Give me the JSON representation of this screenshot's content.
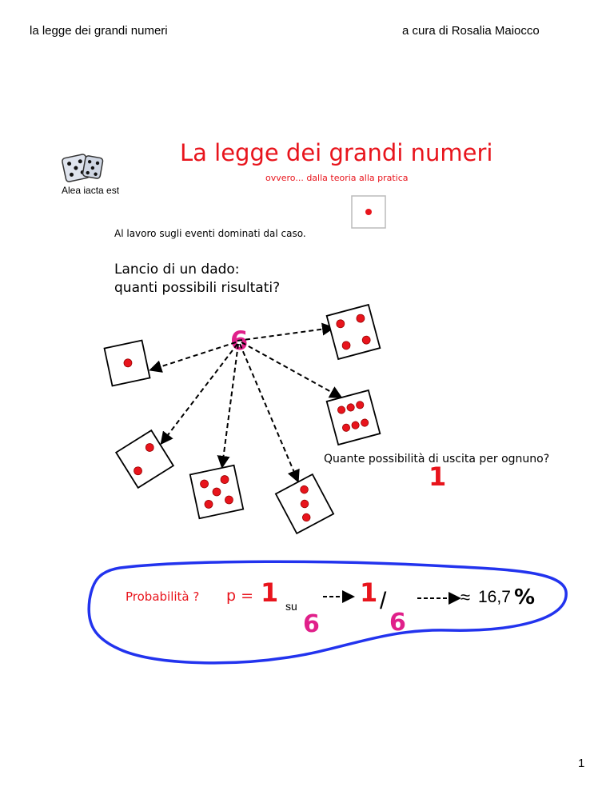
{
  "header": {
    "left": "la legge dei grandi numeri",
    "right": "a cura di Rosalia Maiocco"
  },
  "title": "La legge dei grandi numeri",
  "subtitle": "ovvero... dalla teoria alla pratica",
  "dice_caption": "Alea iacta est",
  "intro": "Al lavoro sugli eventi dominati dal caso.",
  "question": {
    "line1": "Lancio di un dado:",
    "line2": "quanti possibili risultati?"
  },
  "outcomes_count": "6",
  "die_faces": [
    1,
    2,
    3,
    4,
    5,
    6
  ],
  "chance_question": "Quante possibilità di uscita per ognuno?",
  "chance_answer": "1",
  "probability": {
    "label": "Probabilità ?",
    "p_eq": "p =",
    "numerator": "1",
    "su": "su",
    "denominator": "6",
    "frac_num": "1",
    "frac_slash": "/",
    "frac_den": "6",
    "approx": "≈",
    "percent_value": "16,7",
    "percent_sign": "%"
  },
  "colors": {
    "title_red": "#e8141c",
    "dot_red": "#e8141c",
    "magenta": "#e0208a",
    "outline_blue": "#2233ee"
  },
  "page_number": "1"
}
